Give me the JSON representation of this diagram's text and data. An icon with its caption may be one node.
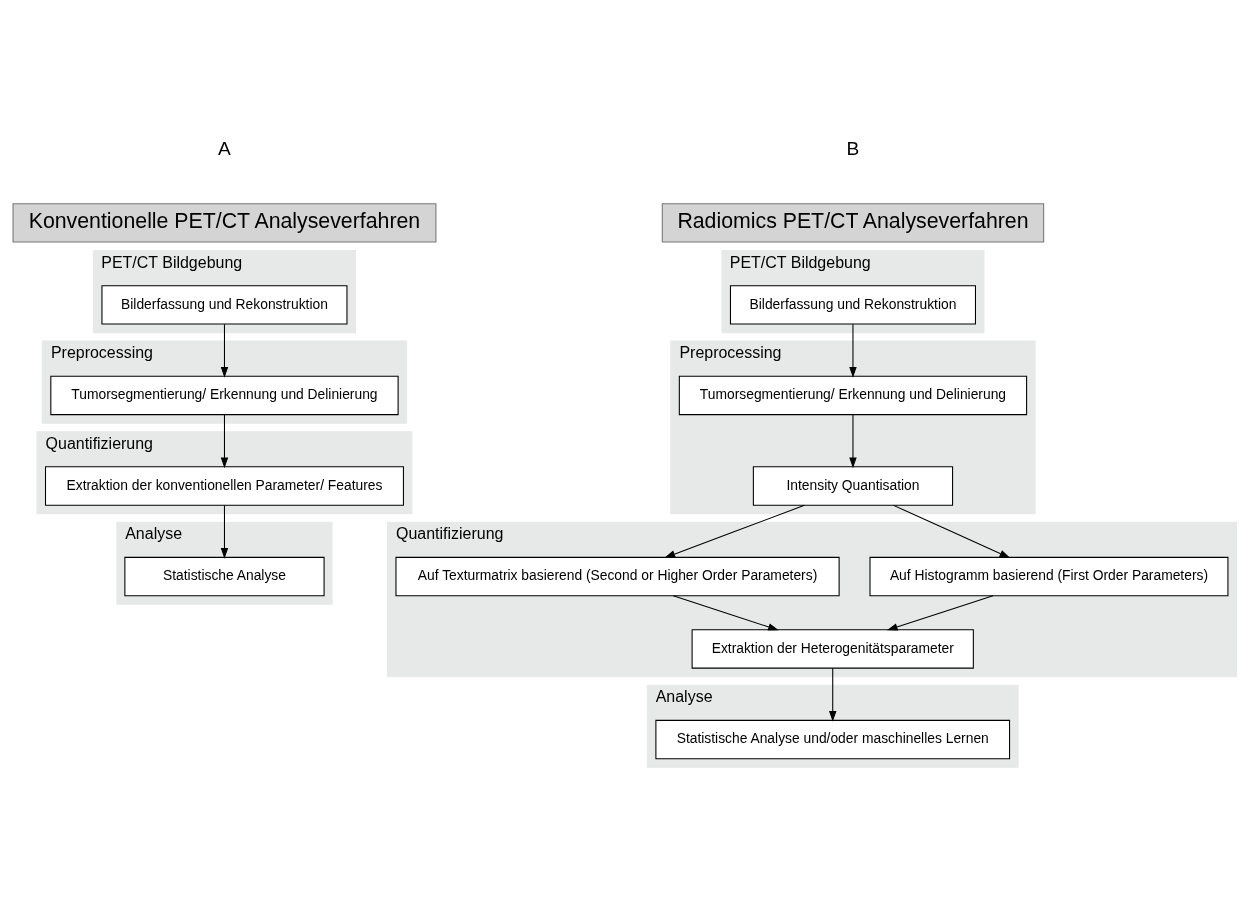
{
  "diagram": {
    "nodes": [
      {
        "text": [
          "Konventionelle PET/CT Analyseverfahren"
        ]
      },
      {
        "text": [
          "PET/CT Bildgebung"
        ]
      },
      {
        "text": [
          "Bilderfassung und Rekonstruktion"
        ],
        "in": 1
      },
      {
        "text": [
          "Preprocessing"
        ]
      },
      {
        "text": [
          "Tumorsegmentierung/ Erkennung und Delinierung"
        ],
        "in": 3
      },
      {
        "text": [
          "Quantifizierung"
        ]
      },
      {
        "text": [
          "Extraktion der konventionellen Parameter/ Features"
        ],
        "in": 5
      },
      {
        "text": [
          "Analyse"
        ]
      },
      {
        "text": [
          "Statistische Analyse"
        ],
        "in": 7
      },
      {
        "text": [
          "Radiomics PET/CT Analyseverfahren"
        ]
      },
      {
        "text": [
          "PET/CT Bildgebung"
        ]
      },
      {
        "text": [
          "Bilderfassung und Rekonstruktion"
        ],
        "in": 10
      },
      {
        "text": [
          "Preprocessing"
        ]
      },
      {
        "text": [
          "Tumorsegmentierung/ Erkennung und Delinierung"
        ],
        "in": 12
      },
      {
        "text": [
          "Intensity Quantisation"
        ],
        "in": 12
      },
      {
        "text": [
          "Quantifizierung"
        ]
      },
      {
        "text": [
          "Auf Histogramm basierend (First Order Parameters)"
        ],
        "in": 15
      },
      {
        "text": [
          "Auf Texturmatrix basierend (Second or Higher Order Parameters)"
        ],
        "in": 15
      },
      {
        "text": [
          "Extraktion der Heterogenitätsparameter"
        ],
        "in": 15
      },
      {
        "text": [
          "Analyse"
        ]
      },
      {
        "text": [
          "Statistische Analyse und/oder maschinelles Lernen"
        ],
        "in": 19
      }
    ],
    "edges": [
      {
        "from": 2,
        "to": 4,
        "arrow": "to"
      },
      {
        "from": 4,
        "to": 6,
        "arrow": "to"
      },
      {
        "from": 6,
        "to": 8,
        "arrow": "to"
      },
      {
        "from": 11,
        "to": 13,
        "arrow": "to"
      },
      {
        "from": 13,
        "to": 14,
        "arrow": "to"
      },
      {
        "from": 14,
        "to": 16,
        "arrow": "to"
      },
      {
        "from": 14,
        "to": 17,
        "arrow": "to"
      },
      {
        "from": 16,
        "to": 18,
        "arrow": "to"
      },
      {
        "from": 17,
        "to": 18,
        "arrow": "to"
      },
      {
        "from": 18,
        "to": 20,
        "arrow": "to"
      }
    ],
    "labels": [
      "A",
      "B"
    ]
  }
}
